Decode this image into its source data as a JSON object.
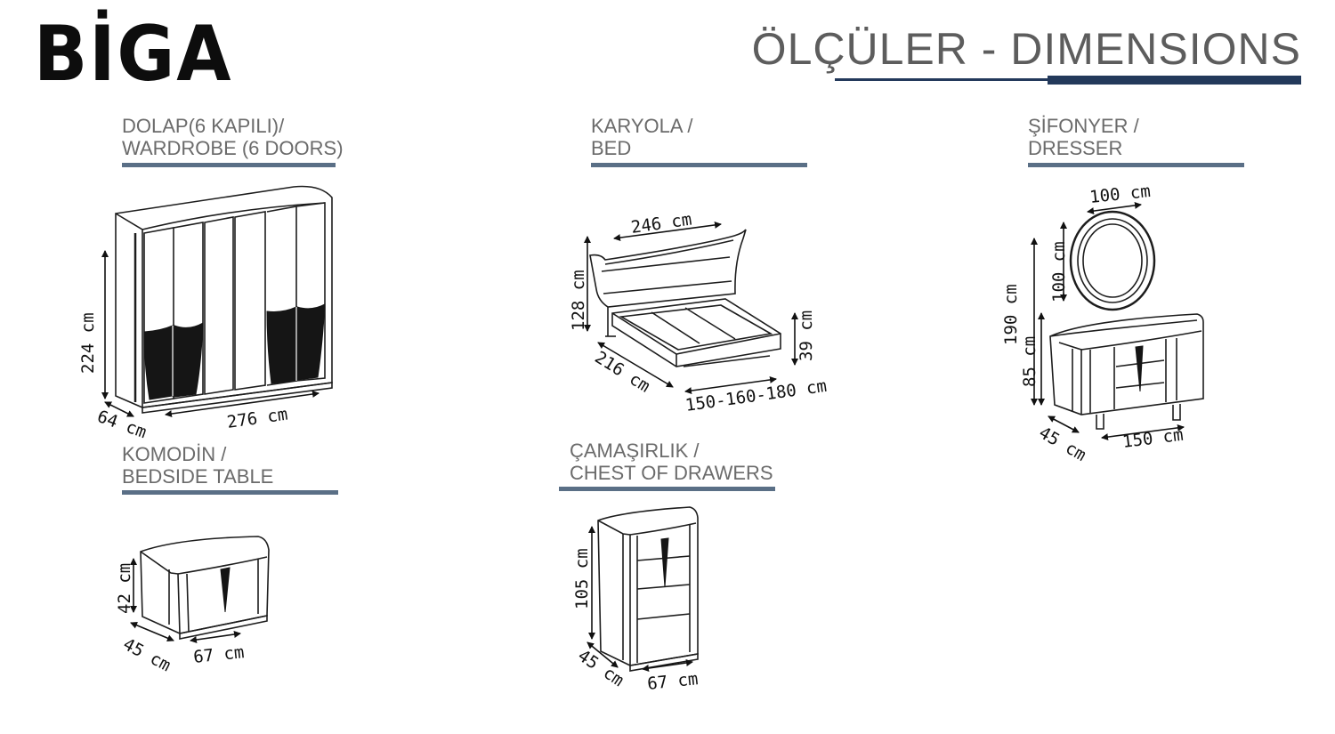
{
  "brand": "BİGA",
  "heading": "ÖLÇÜLER - DIMENSIONS",
  "sections": {
    "wardrobe": {
      "title_tr": "DOLAP(6 KAPILI)/",
      "title_en": "WARDROBE (6 DOORS)",
      "height": "224 cm",
      "depth": "64 cm",
      "width": "276 cm"
    },
    "bed": {
      "title_tr": "KARYOLA /",
      "title_en": "BED",
      "width": "246 cm",
      "head_height": "128 cm",
      "length": "216 cm",
      "frame_height": "39 cm",
      "mattress": "150-160-180 cm"
    },
    "dresser": {
      "title_tr": "ŞİFONYER /",
      "title_en": "DRESSER",
      "mirror_width": "100 cm",
      "mirror_height": "100 cm",
      "total_height": "190 cm",
      "height": "85 cm",
      "depth": "45 cm",
      "width": "150 cm"
    },
    "bedside": {
      "title_tr": "KOMODİN /",
      "title_en": "BEDSIDE TABLE",
      "height": "42 cm",
      "depth": "45 cm",
      "width": "67 cm"
    },
    "chest": {
      "title_tr": "ÇAMAŞIRLIK /",
      "title_en": "CHEST OF DRAWERS",
      "height": "105 cm",
      "depth": "45 cm",
      "width": "67 cm"
    }
  }
}
